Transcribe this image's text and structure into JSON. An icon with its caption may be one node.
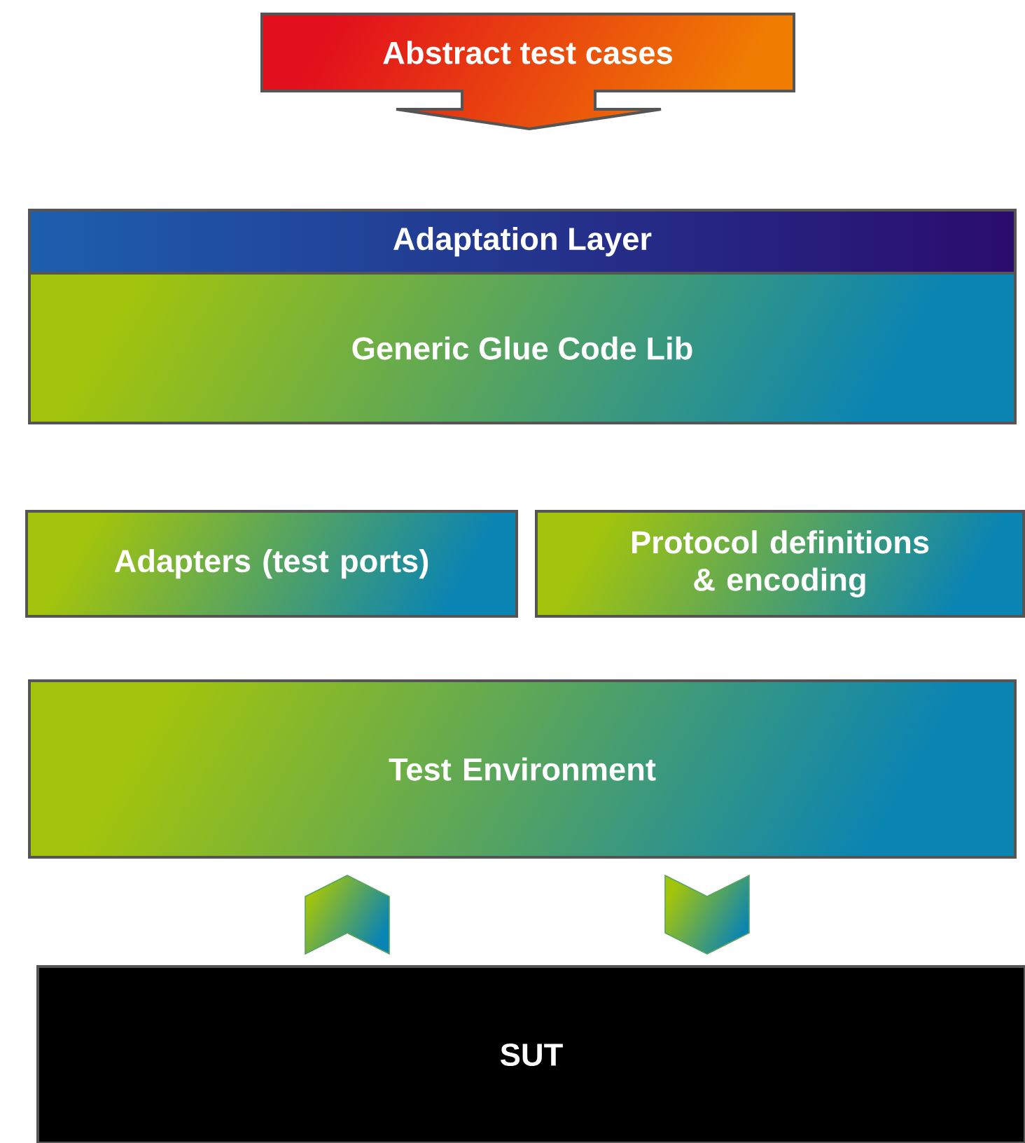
{
  "diagram": {
    "nodes": [
      {
        "text": [
          "Abstract test cases"
        ]
      },
      {
        "text": [
          "Adaptation Layer",
          "Generic Glue  Code Lib"
        ]
      },
      {
        "text": [
          "Adapters (test ports)"
        ]
      },
      {
        "text": [
          "Protocol definitions & encoding"
        ]
      },
      {
        "text": [
          "Test Environment"
        ]
      },
      {
        "text": [
          "SUT"
        ]
      }
    ],
    "edges": [
      {
        "from": 5,
        "to": 4,
        "arrow": "to"
      },
      {
        "from": 4,
        "to": 5,
        "arrow": "to"
      }
    ]
  }
}
